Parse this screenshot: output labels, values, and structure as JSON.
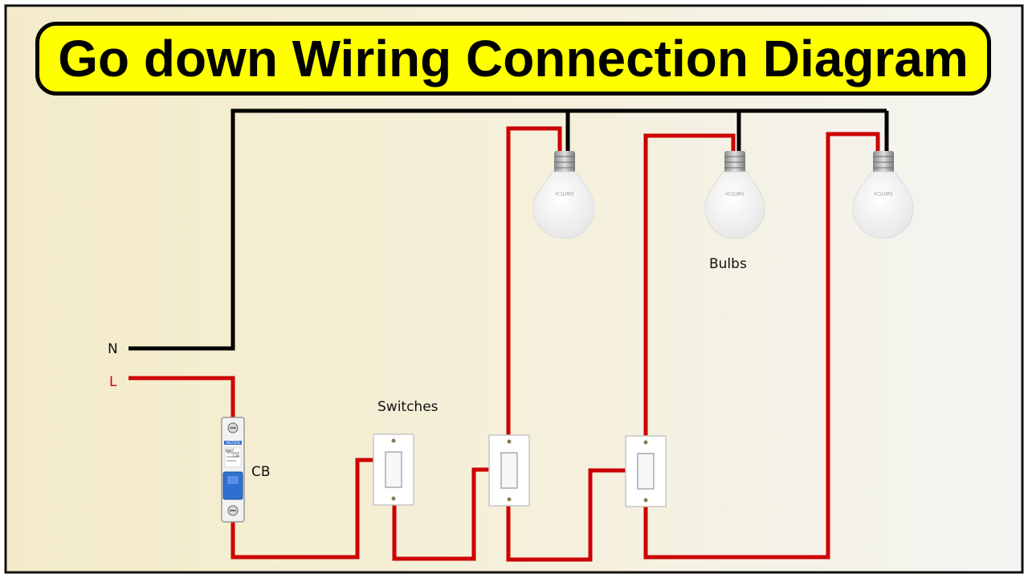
{
  "title": "Go down Wiring Connection Diagram",
  "labels": {
    "neutral": "N",
    "live": "L",
    "breaker": "CB",
    "switches": "Switches",
    "bulbs": "Bulbs"
  },
  "components": {
    "breaker_brand": "WEZSEN",
    "breaker_model": "KB67",
    "breaker_rating": "C16",
    "bulb_brand": "SWITCH"
  },
  "colors": {
    "live_wire": "#cc0000",
    "neutral_wire": "#000000",
    "title_fill": "#ffff00",
    "breaker_toggle": "#2f6fd0"
  }
}
